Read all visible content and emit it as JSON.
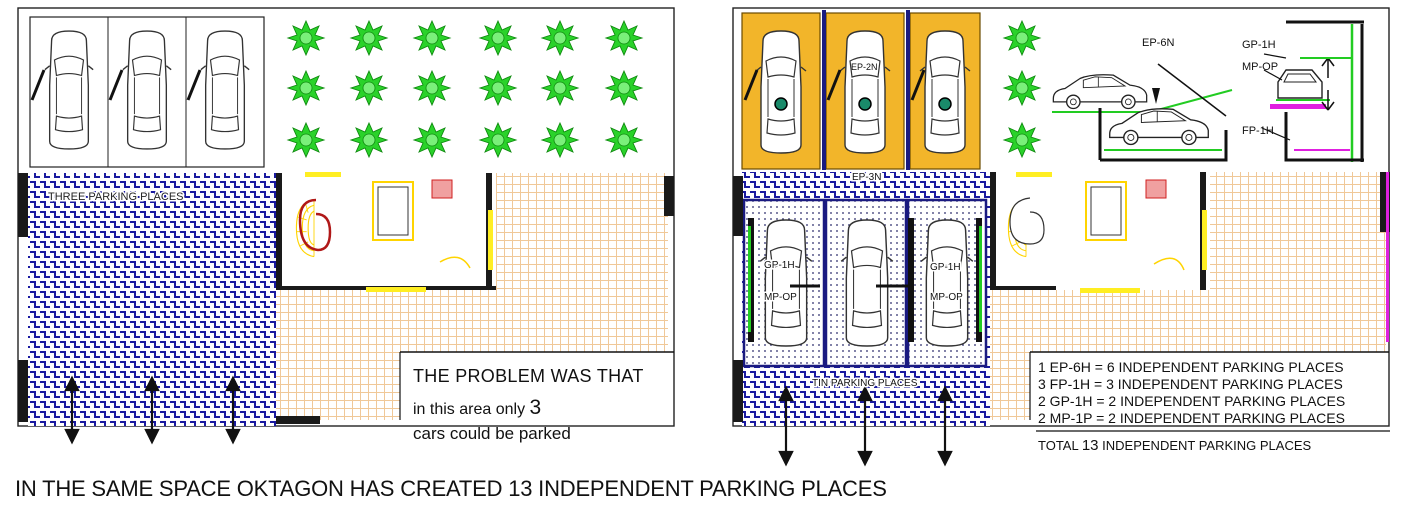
{
  "left_plan": {
    "area_label": "THREE PARKING PLACES",
    "problem_line1": "THE PROBLEM WAS THAT",
    "problem_line2_prefix": "in this area  only",
    "problem_line2_number": "3",
    "problem_line3": "cars could be parked"
  },
  "right_plan": {
    "labels": {
      "ep_2n": "EP-2N",
      "ep_6n": "EP-6N",
      "gp_1h_top": "GP-1H",
      "mp_op_top": "MP-OP",
      "fp_1h": "FP-1H",
      "ep_3n": "EP-3N",
      "gp_1h_left": "GP-1H",
      "mp_op_left": "MP-OP",
      "gp_1h_right": "GP-1H",
      "mp_op_right": "MP-OP",
      "area_label": "TIN PARKING PLACES"
    },
    "summary_rows": [
      "1 EP-6H  =  6  INDEPENDENT PARKING PLACES",
      "3 FP-1H  =  3  INDEPENDENT PARKING PLACES",
      "2 GP-1H  =  2  INDEPENDENT PARKING PLACES",
      "2 MP-1P  =  2  INDEPENDENT PARKING PLACES"
    ],
    "total_prefix": "TOTAL",
    "total_number": "13",
    "total_suffix": "INDEPENDENT PARKING PLACES"
  },
  "caption": "IN THE SAME SPACE OKTAGON HAS CREATED 13 INDEPENDENT PARKING PLACES",
  "colors": {
    "paving_blue": "#1a1aa0",
    "tile_lines": "#f0c898",
    "tree_green": "#2ad22a",
    "bay_yellow": "#f2b52a",
    "wall_black": "#1a1a1a",
    "accent_yellow": "#ffee22",
    "platform_green": "#22cc22",
    "accent_magenta": "#e020e0"
  }
}
